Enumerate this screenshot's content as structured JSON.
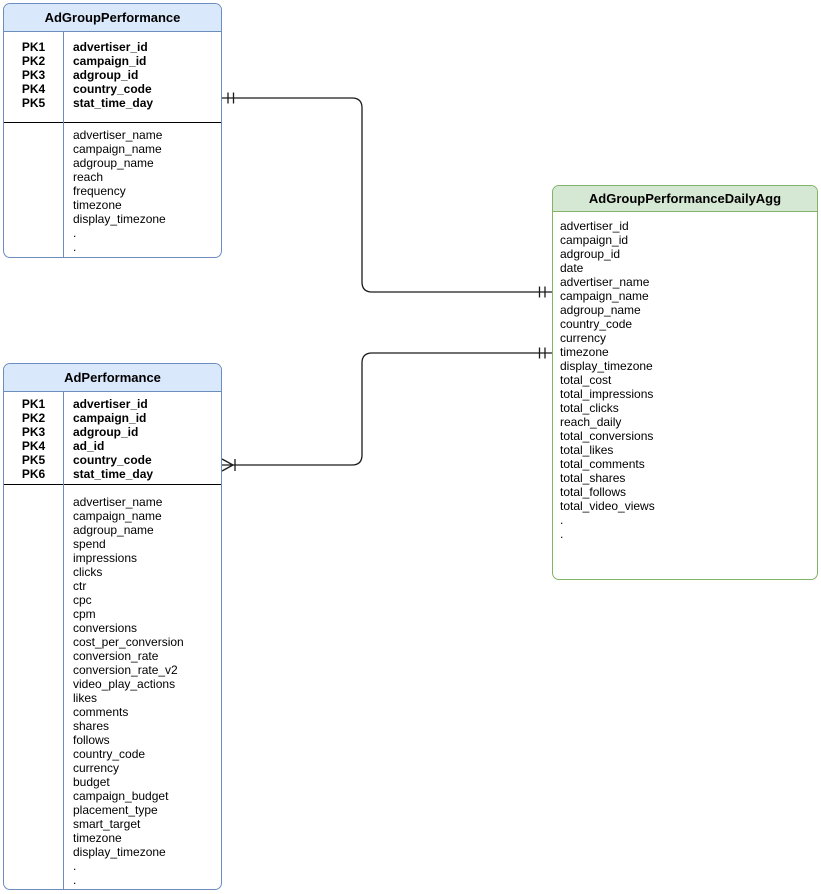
{
  "colors": {
    "blue_fill": "#dae8fc",
    "blue_stroke": "#6c8ebf",
    "green_fill": "#d5e8d4",
    "green_stroke": "#82b366",
    "connector_line": "#1a1a1a",
    "background": "#ffffff"
  },
  "tables": [
    {
      "title": "AdGroupPerformance",
      "theme": "blue",
      "primary_keys": [
        {
          "key": "PK1",
          "field": "advertiser_id"
        },
        {
          "key": "PK2",
          "field": "campaign_id"
        },
        {
          "key": "PK3",
          "field": "adgroup_id"
        },
        {
          "key": "PK4",
          "field": "country_code"
        },
        {
          "key": "PK5",
          "field": "stat_time_day"
        }
      ],
      "fields": [
        "advertiser_name",
        "campaign_name",
        "adgroup_name",
        "reach",
        "frequency",
        "timezone",
        "display_timezone",
        ".",
        "."
      ]
    },
    {
      "title": "AdPerformance",
      "theme": "blue",
      "primary_keys": [
        {
          "key": "PK1",
          "field": "advertiser_id"
        },
        {
          "key": "PK2",
          "field": "campaign_id"
        },
        {
          "key": "PK3",
          "field": "adgroup_id"
        },
        {
          "key": "PK4",
          "field": "ad_id"
        },
        {
          "key": "PK5",
          "field": "country_code"
        },
        {
          "key": "PK6",
          "field": "stat_time_day"
        }
      ],
      "fields": [
        "advertiser_name",
        "campaign_name",
        "adgroup_name",
        "spend",
        "impressions",
        "clicks",
        "ctr",
        "cpc",
        "cpm",
        "conversions",
        "cost_per_conversion",
        "conversion_rate",
        "conversion_rate_v2",
        "video_play_actions",
        "likes",
        "comments",
        "shares",
        "follows",
        "country_code",
        "currency",
        "budget",
        "campaign_budget",
        "placement_type",
        "smart_target",
        "timezone",
        "display_timezone",
        ".",
        "."
      ]
    },
    {
      "title": "AdGroupPerformanceDailyAgg",
      "theme": "green",
      "primary_keys": [],
      "fields": [
        "advertiser_id",
        "campaign_id",
        "adgroup_id",
        "date",
        "advertiser_name",
        "campaign_name",
        "adgroup_name",
        "country_code",
        "currency",
        "timezone",
        "display_timezone",
        "total_cost",
        "total_impressions",
        "total_clicks",
        "reach_daily",
        "total_conversions",
        "total_likes",
        "total_comments",
        "total_shares",
        "total_follows",
        "total_video_views",
        ".",
        "."
      ]
    }
  ],
  "relationships": [
    {
      "from_table": "AdGroupPerformance",
      "to_table": "AdGroupPerformanceDailyAgg",
      "from_cardinality": "one-and-only-one",
      "to_cardinality": "one-and-only-one"
    },
    {
      "from_table": "AdPerformance",
      "to_table": "AdGroupPerformanceDailyAgg",
      "from_cardinality": "many",
      "to_cardinality": "one-and-only-one"
    }
  ]
}
